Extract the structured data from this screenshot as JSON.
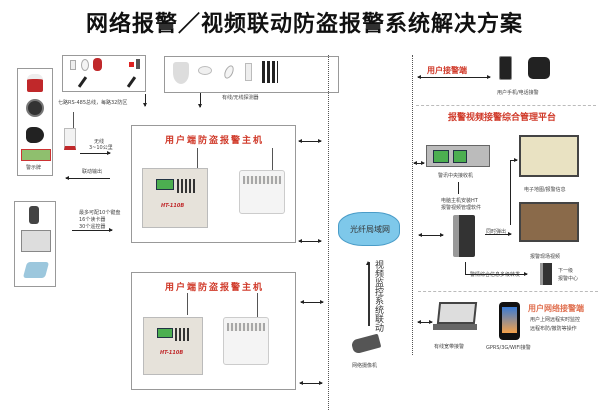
{
  "title": "网络报警／视频联动防盗报警系统解决方案",
  "left": {
    "alarm_sign_label": "警示牌",
    "bus_note": "七路RS-485总线，每路32防区",
    "detectors_label": "有线/无线探测器",
    "wireless_note_1": "无线",
    "wireless_note_2": "3~10公里",
    "linkage_output": "联动输出",
    "keypad_note_1": "最多可配10个键盘",
    "keypad_note_2": "16个读卡器",
    "keypad_note_3": "30个遥控器"
  },
  "host_boxes": [
    {
      "title": "用户端防盗报警主机",
      "model": "HT-110B"
    },
    {
      "title": "用户端防盗报警主机",
      "model": "HT-110B"
    }
  ],
  "center": {
    "cloud_label": "光纤局域网",
    "video_link_label": "视频监控系统联动",
    "camera_label": "网络摄像机"
  },
  "right": {
    "user_alarm_title": "用户接警端",
    "phone_label": "用户手机/电话接警",
    "platform_title": "报警视频接警综合管理平台",
    "receiver_label": "警讯中央接收机",
    "software_label_1": "电脑主机安装HT",
    "software_label_2": "报警视频管理软件",
    "map_label": "电子地图/报警信息",
    "popup_label": "同时弹出",
    "video_label": "报警现场视频",
    "forward_label": "警情综合信息多级转发",
    "next_center_1": "下一级",
    "next_center_2": "报警中心",
    "network_title": "用户网络接警端",
    "network_desc_1": "用户上网远程实时监控",
    "network_desc_2": "远程布防/撤防等操作",
    "laptop_label": "有线宽带接警",
    "mobile_label": "GPRS/3G/WIFI接警"
  }
}
